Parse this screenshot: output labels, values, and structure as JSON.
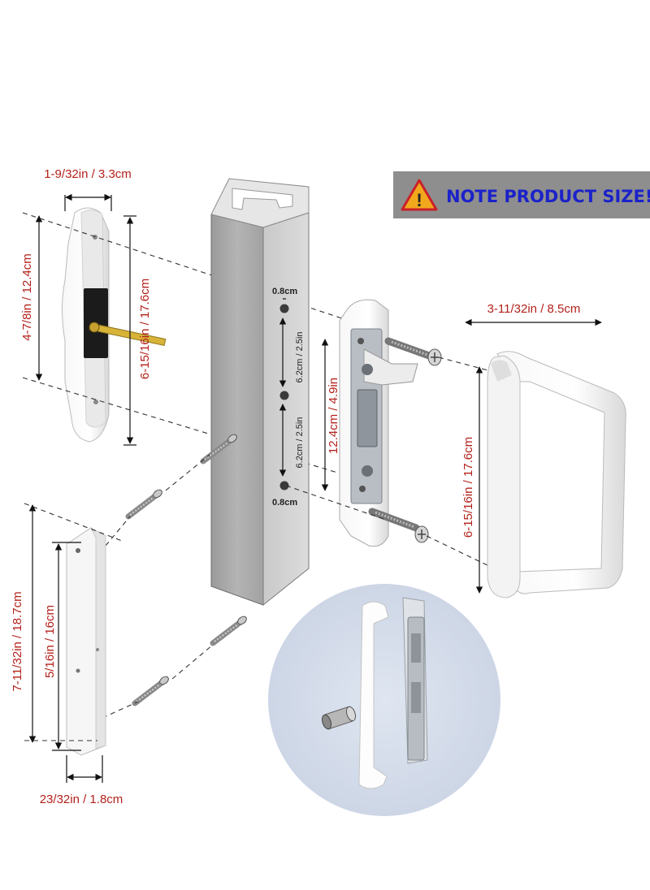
{
  "banner": {
    "text": "NOTE PRODUCT SIZE!"
  },
  "dimensions": {
    "interior_width": "1-9/32in / 3.3cm",
    "interior_screw_spacing": "4-7/8in / 12.4cm",
    "interior_height": "6-15/16in / 17.6cm",
    "hole_top": "0.8cm",
    "hole_gap_upper": "6.2cm / 2.5in",
    "hole_gap_lower": "6.2cm / 2.5in",
    "hole_bottom": "0.8cm",
    "exterior_screw_spacing": "12.4cm / 4.9in",
    "handle_depth": "3-11/32in / 8.5cm",
    "handle_height": "6-15/16in / 17.6cm",
    "plate_height": "7-11/32in / 18.7cm",
    "plate_screw_spacing": "5/16in / 16cm",
    "plate_width": "23/32in / 1.8cm"
  },
  "colors": {
    "dimension_text": "#b3211b",
    "banner_text": "#1b22c9",
    "banner_bg": "#8e8e8e",
    "warning": "#f2a81d"
  }
}
